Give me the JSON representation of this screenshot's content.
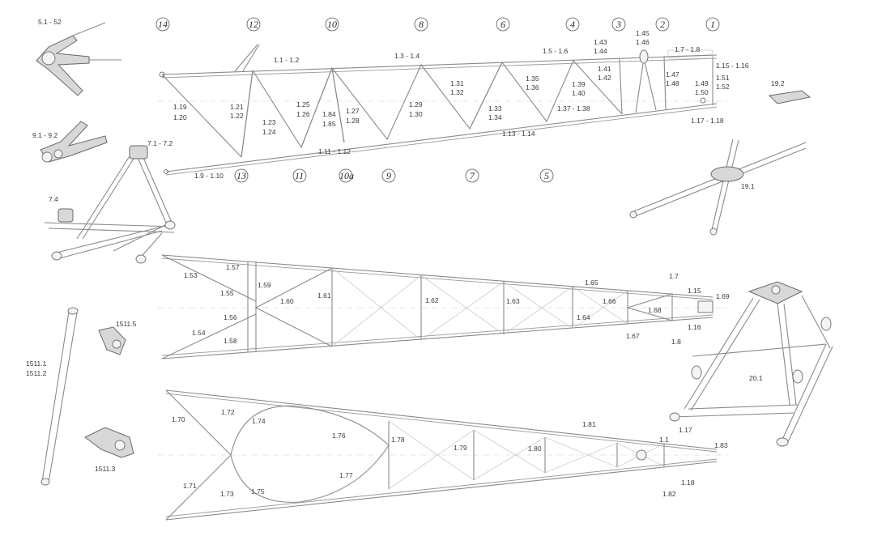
{
  "side_view": {
    "station_numbers_top": [
      "14",
      "12",
      "10",
      "8",
      "6",
      "4",
      "3",
      "2",
      "1"
    ],
    "station_numbers_bottom": [
      "13",
      "11",
      "10a",
      "9",
      "7",
      "5"
    ],
    "labels": {
      "l1_1": "1.1 - 1.2",
      "l1_3": "1.3 - 1.4",
      "l1_5": "1.5 - 1.6",
      "l1_7": "1.7 - 1.8",
      "l1_9": "1.9 - 1.10",
      "l1_11": "1.11 - 1.12",
      "l1_13": "1.13 - 1.14",
      "l1_15": "1.15 - 1.16",
      "l1_17": "1.17 - 1.18",
      "l1_19a": "1.19",
      "l1_19b": "1.20",
      "l1_21a": "1.21",
      "l1_21b": "1.22",
      "l1_23a": "1.23",
      "l1_23b": "1.24",
      "l1_25a": "1.25",
      "l1_25b": "1.26",
      "l1_84a": "1.84",
      "l1_84b": "1.85",
      "l1_27a": "1.27",
      "l1_27b": "1.28",
      "l1_29a": "1.29",
      "l1_29b": "1.30",
      "l1_31a": "1.31",
      "l1_31b": "1.32",
      "l1_33a": "1.33",
      "l1_33b": "1.34",
      "l1_35a": "1.35",
      "l1_35b": "1.36",
      "l1_37": "1.37 - 1.38",
      "l1_39a": "1.39",
      "l1_39b": "1.40",
      "l1_41a": "1.41",
      "l1_41b": "1.42",
      "l1_43a": "1.43",
      "l1_43b": "1.44",
      "l1_45a": "1.45",
      "l1_45b": "1.46",
      "l1_47a": "1.47",
      "l1_47b": "1.48",
      "l1_49a": "1.49",
      "l1_49b": "1.50",
      "l1_51a": "1.51",
      "l1_51b": "1.52"
    }
  },
  "top_view": {
    "labels": {
      "l53": "1.53",
      "l54": "1.54",
      "l55": "1.55",
      "l56": "1.56",
      "l57": "1.57",
      "l58": "1.58",
      "l59": "1.59",
      "l60": "1.60",
      "l61": "1.61",
      "l62": "1.62",
      "l63": "1.63",
      "l64": "1.64",
      "l65": "1.65",
      "l66": "1.66",
      "l67": "1.67",
      "l68": "1.68",
      "l69": "1.69",
      "l7": "1.7",
      "l8": "1.8",
      "l15": "1.15",
      "l16": "1.16"
    }
  },
  "bottom_view": {
    "labels": {
      "l70": "1.70",
      "l71": "1.71",
      "l72": "1.72",
      "l73": "1.73",
      "l74": "1.74",
      "l75": "1.75",
      "l76": "1.76",
      "l77": "1.77",
      "l78": "1.78",
      "l79": "1.79",
      "l80": "1.80",
      "l81": "1.81",
      "l82": "1.82",
      "l83": "1.83",
      "l17": "1.17",
      "l18": "1.18",
      "l11": "1.1"
    }
  },
  "parts": {
    "p5": "5.1 - 52",
    "p9": "9.1 - 9.2",
    "p7a": "7.1 - 7.2",
    "p7b": "7.4",
    "p19a": "19.2",
    "p19b": "19.1",
    "p1511a": "1511.1",
    "p1511b": "1511.2",
    "p1511c": "1511.3",
    "p1511d": "1511.5",
    "p20": "20.1"
  }
}
